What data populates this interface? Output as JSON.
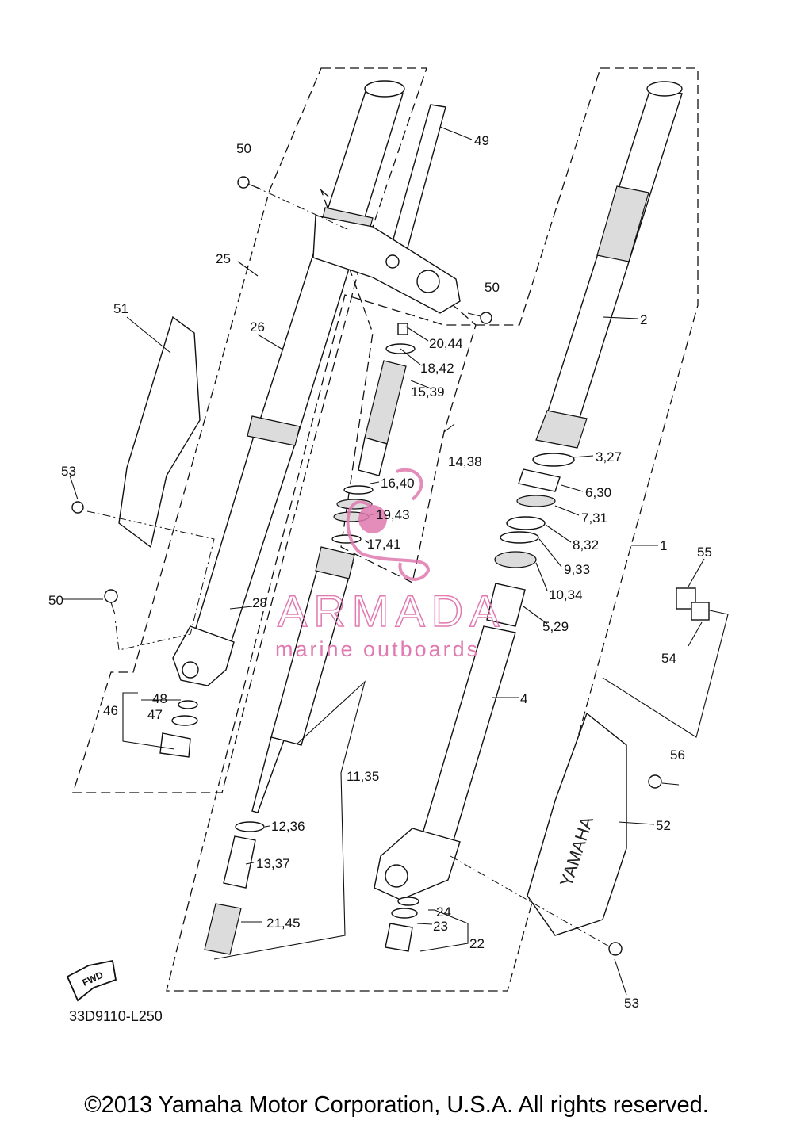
{
  "diagram_code": "33D9110-L250",
  "copyright": "©2013 Yamaha Motor Corporation, U.S.A. All rights reserved.",
  "watermark": {
    "brand": "ARMADA",
    "tagline": "marine outboards",
    "color": "#e07ab0"
  },
  "fwd_label": "FWD",
  "stamp_text": "YAMAHA",
  "callouts": [
    "1",
    "2",
    "3,27",
    "4",
    "5,29",
    "6,30",
    "7,31",
    "8,32",
    "9,33",
    "10,34",
    "11,35",
    "12,36",
    "13,37",
    "14,38",
    "15,39",
    "16,40",
    "17,41",
    "18,42",
    "19,43",
    "20,44",
    "21,45",
    "22",
    "23",
    "24",
    "25",
    "26",
    "28",
    "46",
    "47",
    "48",
    "49",
    "50",
    "50",
    "50",
    "51",
    "52",
    "53",
    "53",
    "54",
    "55",
    "56"
  ]
}
